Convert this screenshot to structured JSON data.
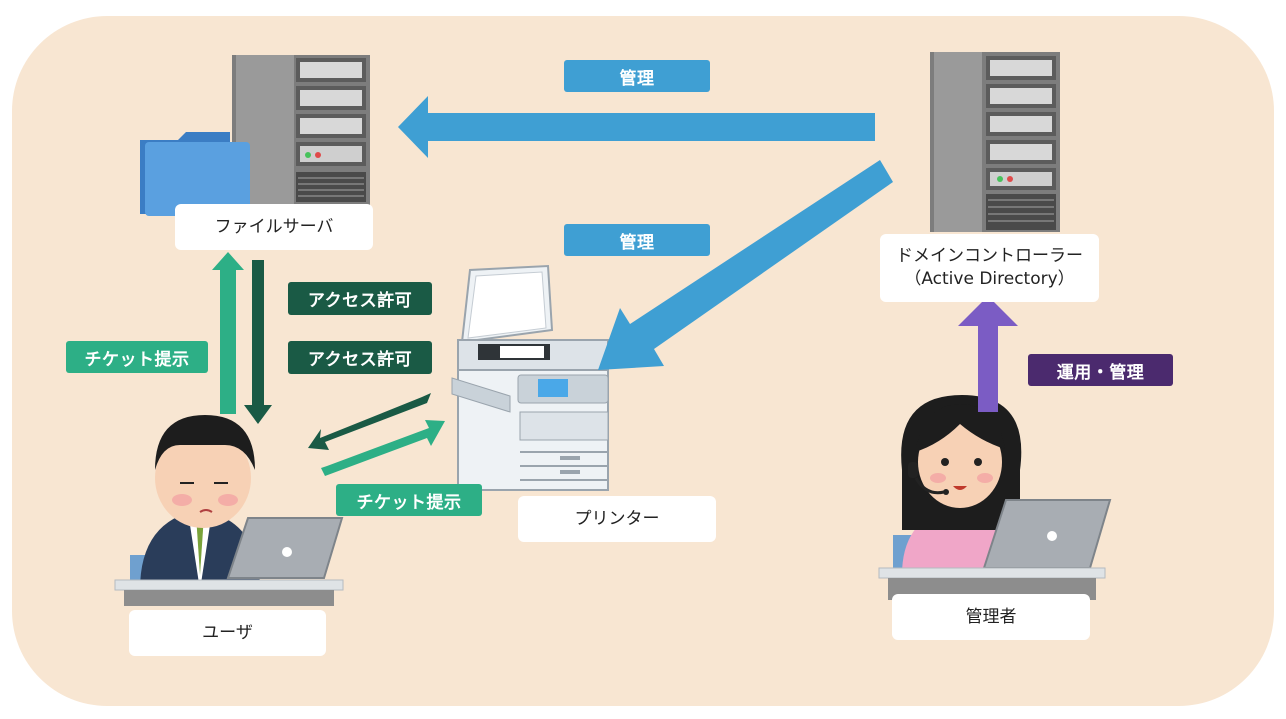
{
  "nodes": {
    "file_server": "ファイルサーバ",
    "domain_controller": "ドメインコントローラー",
    "domain_controller_sub": "（Active Directory）",
    "printer": "プリンター",
    "user": "ユーザ",
    "admin": "管理者"
  },
  "labels": {
    "manage_top": "管理",
    "manage_mid": "管理",
    "access_1": "アクセス許可",
    "access_2": "アクセス許可",
    "ticket_left": "チケット提示",
    "ticket_bottom": "チケット提示",
    "operate_manage": "運用・管理"
  },
  "colors": {
    "background": "#f8e6d2",
    "blue_arrow": "#3f9fd3",
    "green_arrow": "#2daf86",
    "dark_arrow": "#1a5a45",
    "purple_arrow": "#7b5cc4"
  }
}
